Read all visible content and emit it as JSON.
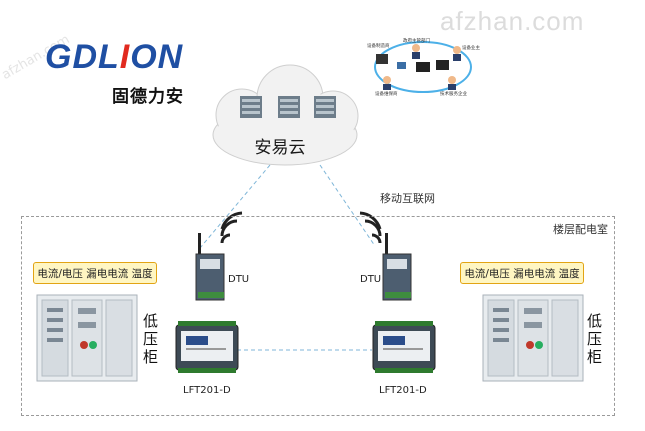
{
  "logo": {
    "brand_left": "GDL",
    "brand_bolt": "I",
    "brand_right": "ON",
    "name_cn": "固德力安"
  },
  "watermark": {
    "main": "afzhan.com",
    "side": "afzhan.com"
  },
  "cloud": {
    "label": "安易云"
  },
  "users": {
    "items": [
      "设备制造商",
      "政府主管部门",
      "设备业主",
      "设备维保商",
      "技术服务企业"
    ]
  },
  "network": {
    "label": "移动互联网"
  },
  "room": {
    "label": "楼层配电室"
  },
  "left_site": {
    "measurements": "电流/电压 漏电电流 温度",
    "cabinet_label": "低压柜",
    "dtu_label": "DTU",
    "device_label": "LFT201-D"
  },
  "right_site": {
    "measurements": "电流/电压 漏电电流 温度",
    "cabinet_label": "低压柜",
    "dtu_label": "DTU",
    "device_label": "LFT201-D"
  },
  "colors": {
    "brand_blue": "#1f4fa3",
    "brand_red": "#e12a1f",
    "link_blue": "#7fb6d8",
    "highlight": "#fff6c2"
  }
}
